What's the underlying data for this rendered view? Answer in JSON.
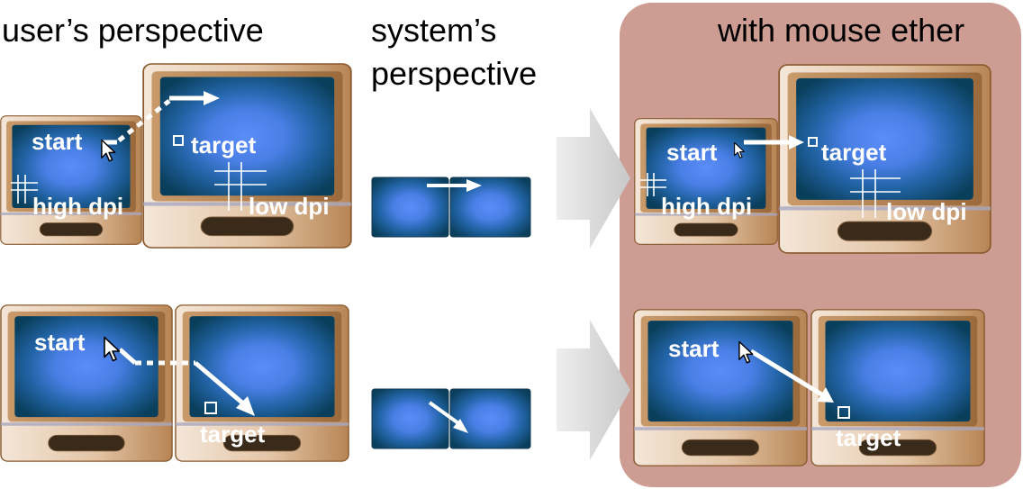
{
  "headers": {
    "user_perspective": "user’s perspective",
    "system_perspective_line1": "system’s",
    "system_perspective_line2": "perspective",
    "with_mouse_ether": "with mouse ether"
  },
  "labels": {
    "start": "start",
    "target": "target",
    "high_dpi": "high dpi",
    "low_dpi": "low dpi"
  },
  "colors": {
    "highlight_panel": "#cd9d93",
    "screen_center": "#5b8df8",
    "screen_edge": "#0a3f5c",
    "bezel": "#ecd8c4",
    "bezel_shade": "#a4713e",
    "arrow_shape": "#d9d9d9"
  },
  "icons": [
    "monitor-icon",
    "cursor-arrow-icon",
    "target-square-icon",
    "dpi-grid-icon",
    "process-arrow-icon"
  ]
}
